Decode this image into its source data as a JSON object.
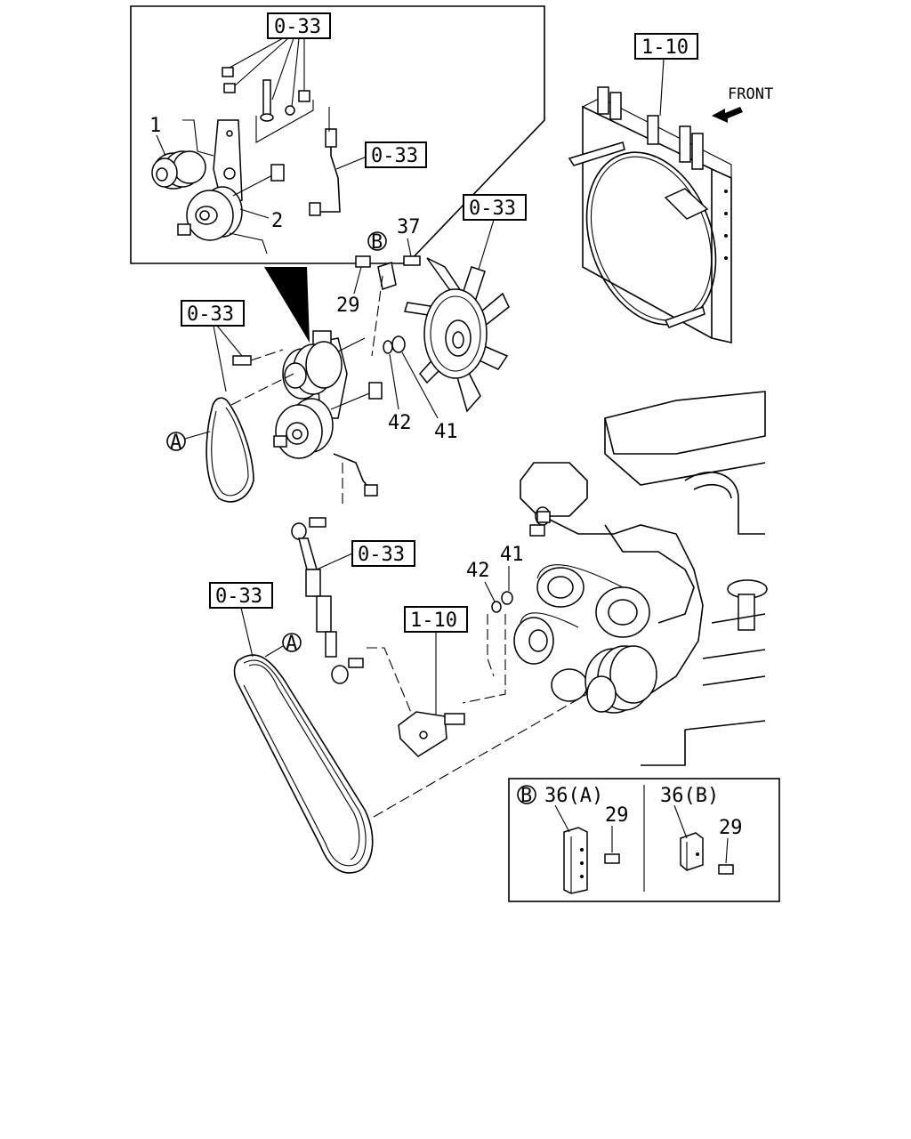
{
  "references": {
    "inset_top": "0-33",
    "hose_inset": "0-33",
    "fan": "0-33",
    "radiator": "1-10",
    "tensioner_belt": "0-33",
    "rod": "0-33",
    "long_belt": "0-33",
    "bracket": "1-10"
  },
  "front_label": "FRONT",
  "callouts": {
    "p1": "1",
    "p2": "2",
    "p37": "37",
    "p29": "29",
    "p42a": "42",
    "p41a": "41",
    "p42b": "42",
    "p41b": "41",
    "circle_b": "B",
    "circle_a1": "A",
    "circle_a2": "A"
  },
  "detail_box": {
    "circle": "B",
    "left_title": "36(A)",
    "left_part": "29",
    "right_title": "36(B)",
    "right_part": "29"
  },
  "icons": [
    "front-arrow-icon"
  ]
}
